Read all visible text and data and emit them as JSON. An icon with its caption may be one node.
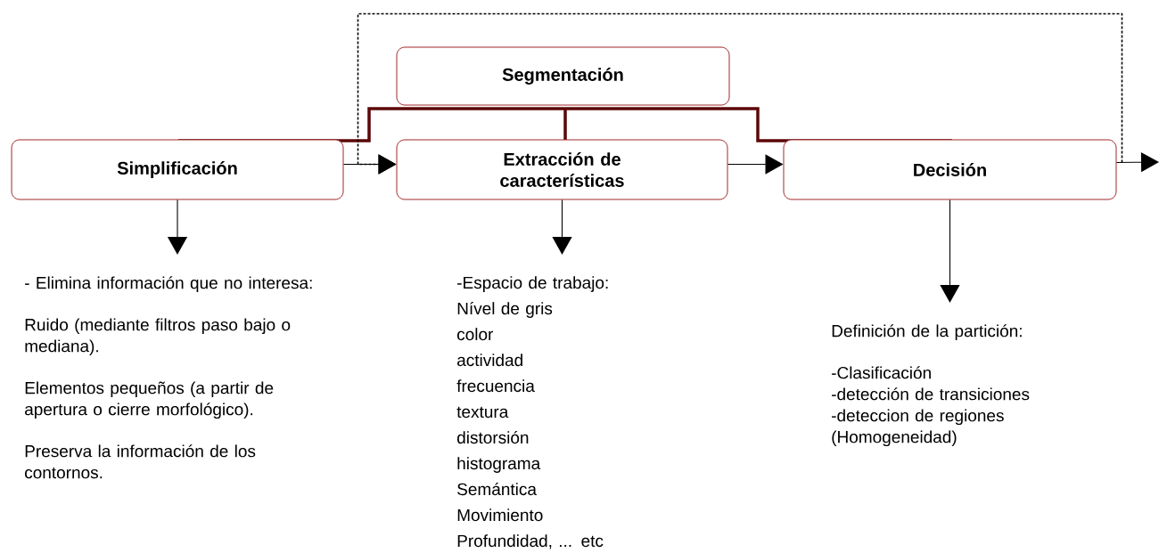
{
  "diagram": {
    "nodes": [
      {
        "text": [
          "Segmentación"
        ]
      },
      {
        "text": [
          "Simplificación"
        ]
      },
      {
        "text": [
          "Extracción de características"
        ]
      },
      {
        "text": [
          "Decisión"
        ]
      },
      {
        "text": [
          "- Elimina información que no interesa:",
          "Ruido (mediante filtros paso bajo o mediana).",
          "Elementos pequeños (a partir de apertura o cierre morfológico).",
          "Preserva la información de los contornos."
        ]
      },
      {
        "text": [
          "-Espacio de trabajo:",
          "Nível de gris",
          "color",
          "actividad",
          "frecuencia",
          "textura",
          "distorsión",
          "histograma",
          "Semántica",
          "Movimiento",
          "Profundidad, ... etc"
        ]
      },
      {
        "text": [
          "Definición de la partición:",
          "-Clasificación",
          "-detección de transiciones",
          "-deteccion de regiones (Homogeneidad)"
        ]
      }
    ],
    "edges": [
      {
        "from": 1,
        "to": 2,
        "arrow": "to"
      },
      {
        "from": 2,
        "to": 3,
        "arrow": "to"
      },
      {
        "from": 3,
        "to": null,
        "arrow": "to"
      },
      {
        "from": 1,
        "to": 4,
        "arrow": "to"
      },
      {
        "from": 2,
        "to": 5,
        "arrow": "to"
      },
      {
        "from": 3,
        "to": 6,
        "arrow": "to"
      },
      {
        "from": 3,
        "to": 2,
        "arrow": "to",
        "style": "dashed"
      }
    ]
  }
}
